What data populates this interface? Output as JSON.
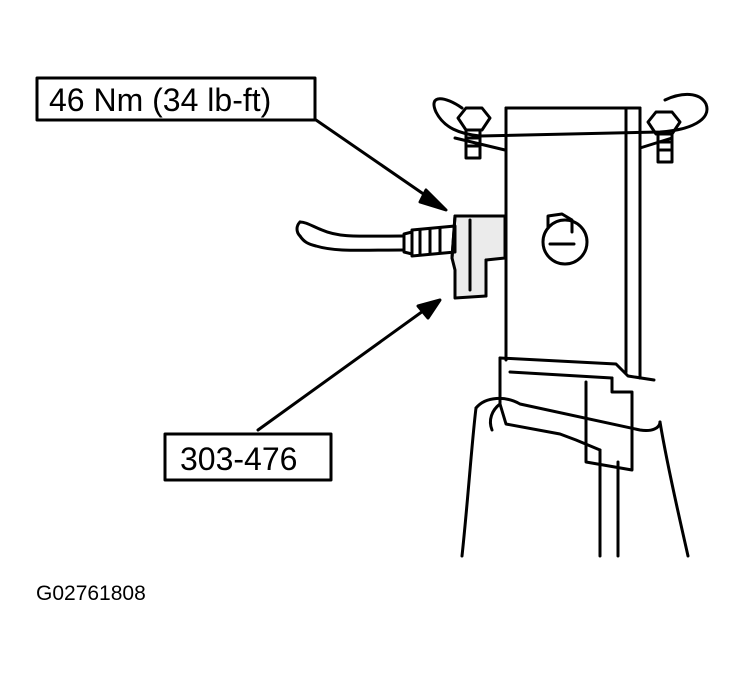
{
  "callouts": {
    "torque_spec": "46 Nm (34 lb-ft)",
    "tool_number": "303-476"
  },
  "figure": {
    "id": "G02761808"
  },
  "colors": {
    "line": "#000000",
    "background": "#ffffff"
  }
}
